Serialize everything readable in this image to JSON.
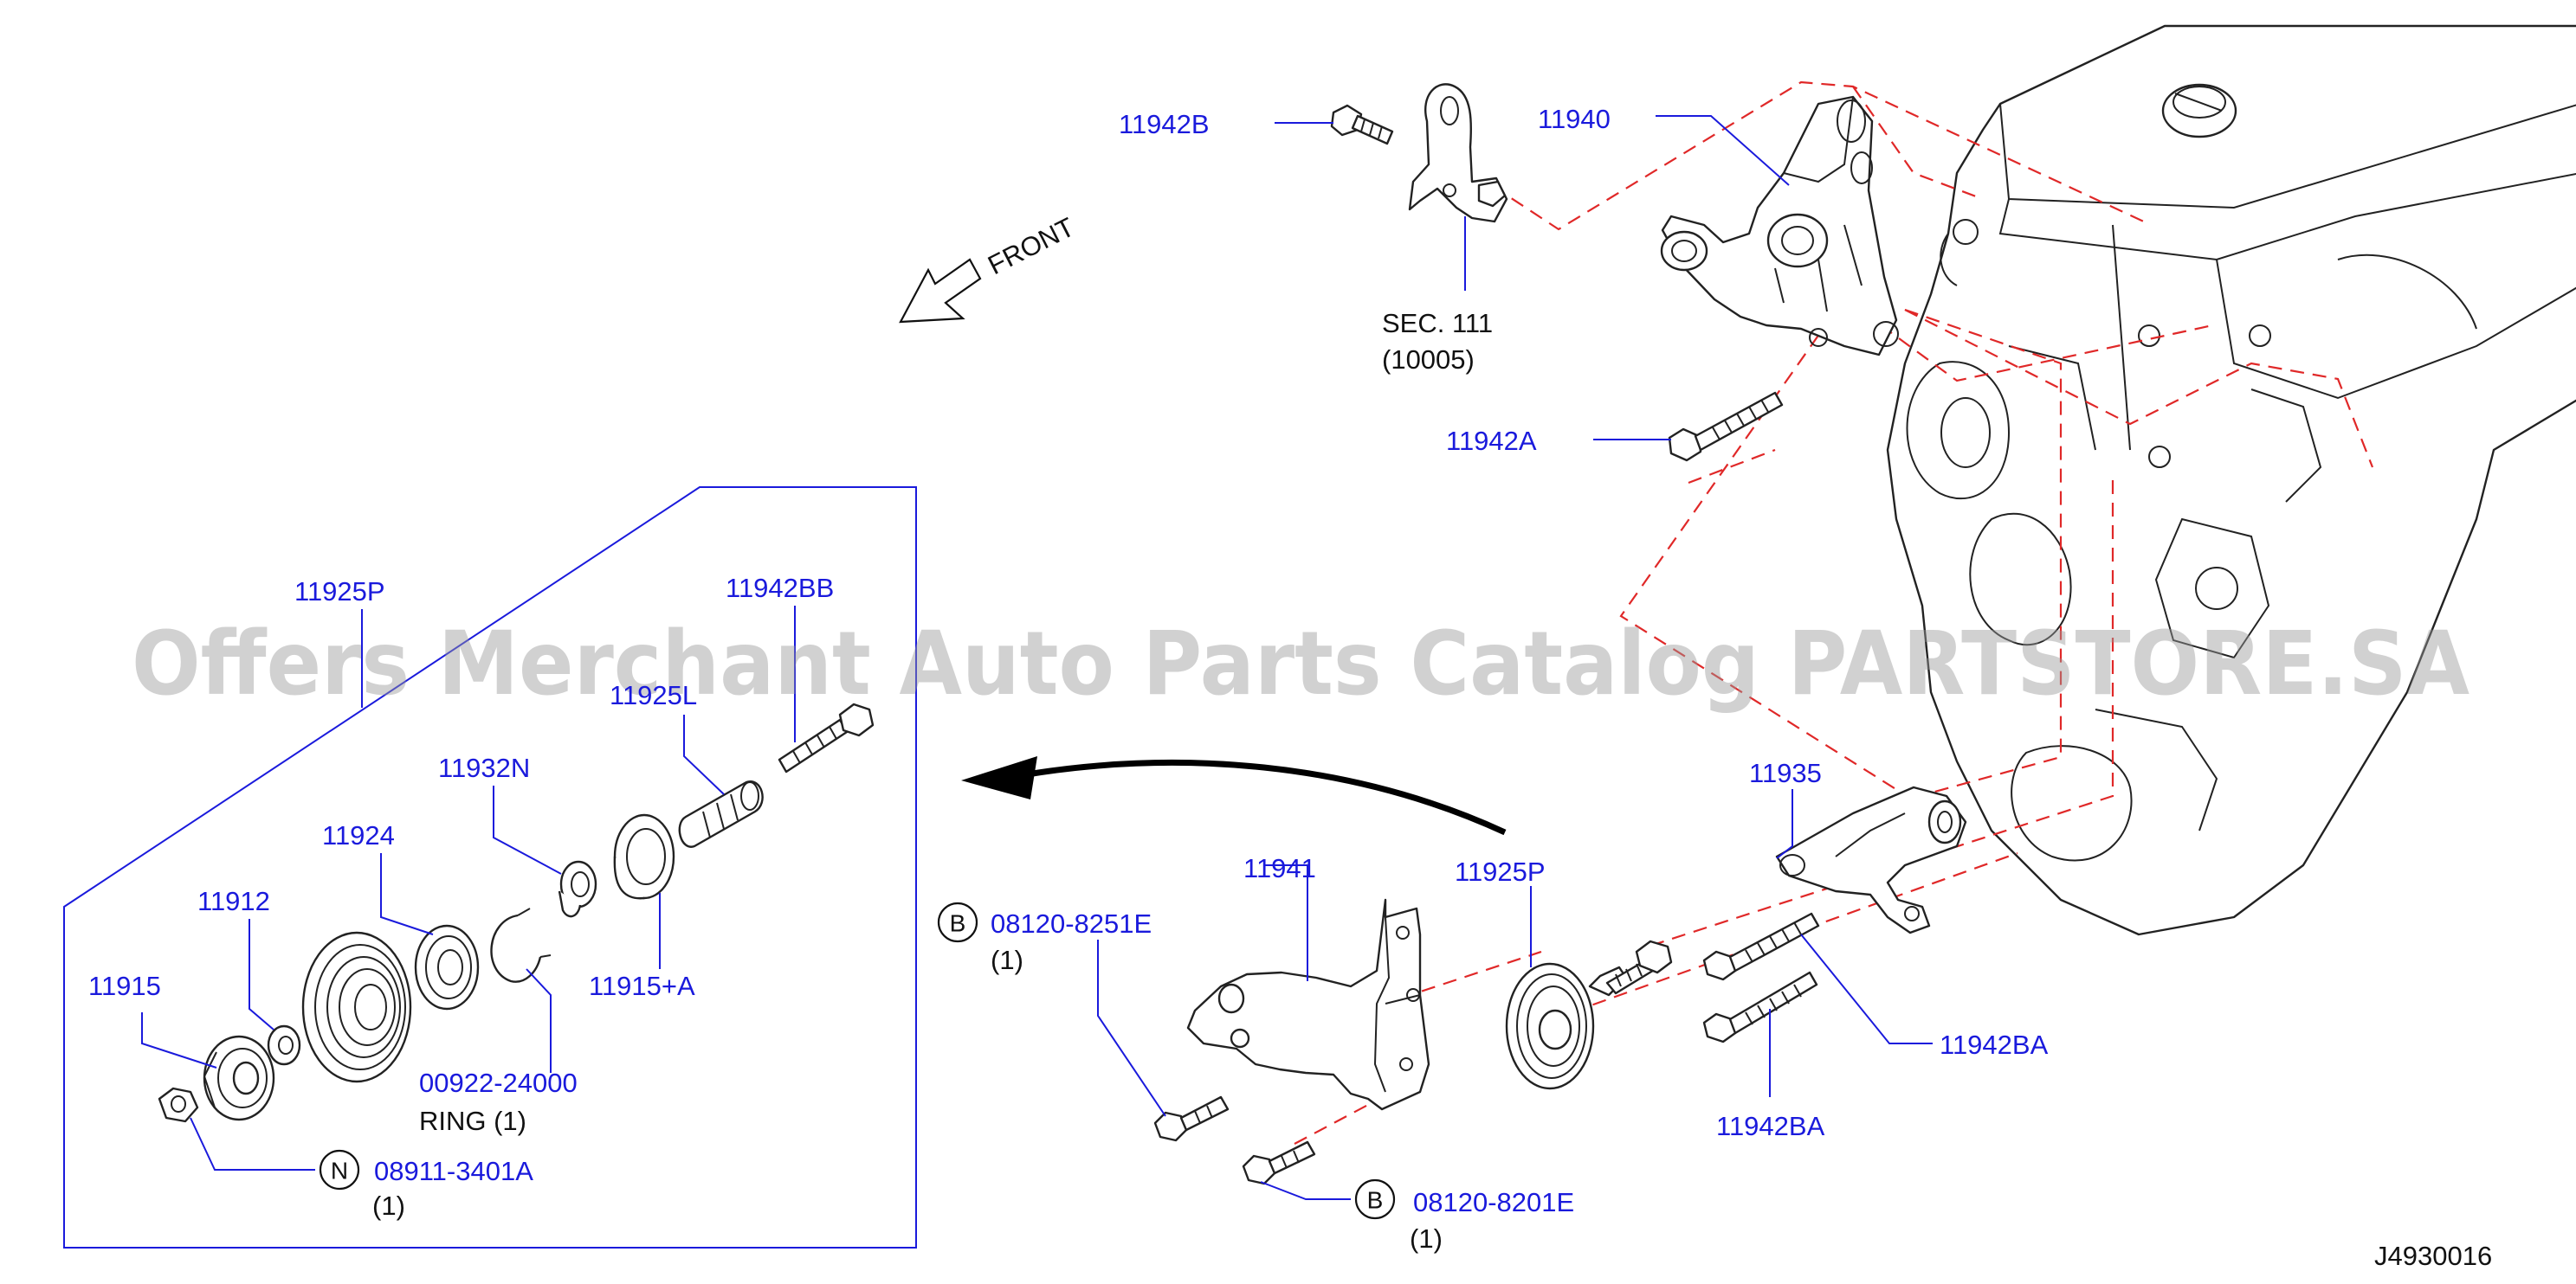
{
  "labels": {
    "p_11942B": "11942B",
    "p_11940": "11940",
    "sec_ref": "SEC.  111",
    "sec_num": "(10005)",
    "front": "FRONT",
    "p_11942A": "11942A",
    "p_11925P_inset": "11925P",
    "p_11942BB": "11942BB",
    "p_11925L": "11925L",
    "p_11932N": "11932N",
    "p_11924": "11924",
    "p_11912": "11912",
    "p_11915": "11915",
    "p_11915plusA": "11915+A",
    "p_00922": "00922-24000",
    "ring_text": "RING    (1)",
    "p_08911": "08911-3401A",
    "qty_08911": "(1)",
    "p_11935": "11935",
    "p_11941": "11941",
    "p_11925P_main": "11925P",
    "p_08120_8251E": "08120-8251E",
    "qty_08120_8251E": "(1)",
    "p_11942BA_upper": "11942BA",
    "p_11942BA_lower": "11942BA",
    "p_08120_8201E": "08120-8201E",
    "qty_08120_8201E": "(1)",
    "diagram_id": "J4930016"
  },
  "markers": {
    "circle_b1": "B",
    "circle_n": "N",
    "circle_b2": "B"
  },
  "watermark": "Offers Merchant Auto Parts Catalog PARTSTORE.SA",
  "colors": {
    "label_blue": "#1a1adc",
    "phantom_red": "#e02828",
    "line_black": "#222222",
    "watermark_gray": "#9a9a9a"
  }
}
